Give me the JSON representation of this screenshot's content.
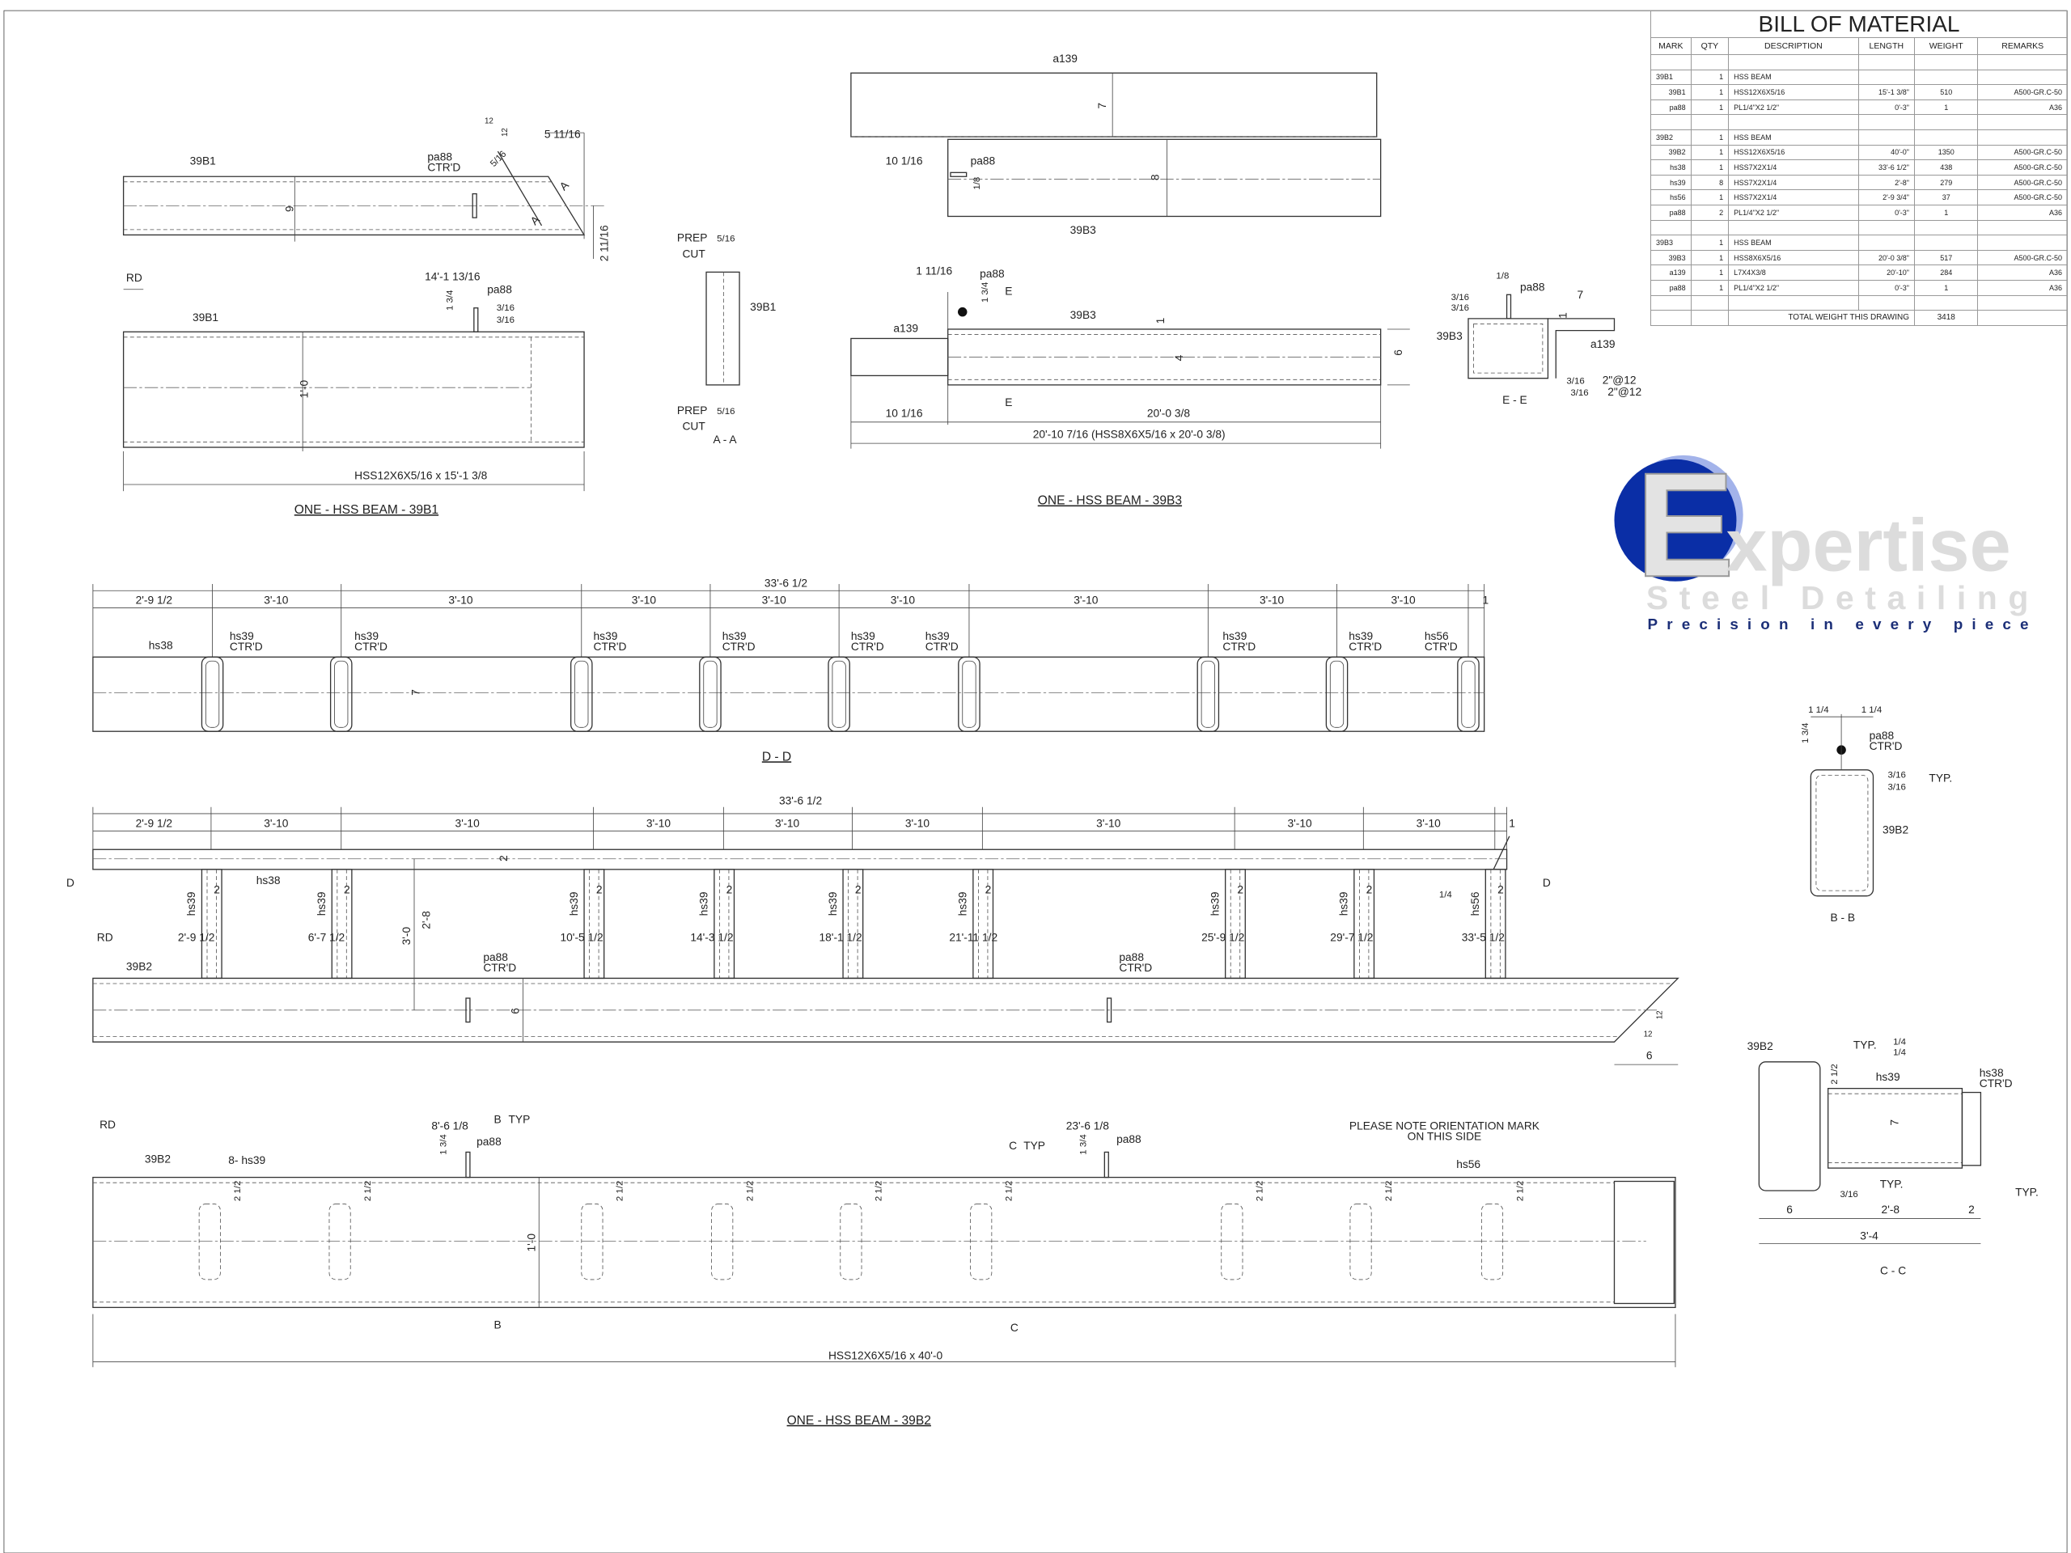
{
  "bom": {
    "title": "BILL OF MATERIAL",
    "headers": [
      "MARK",
      "QTY",
      "DESCRIPTION",
      "LENGTH",
      "WEIGHT",
      "REMARKS"
    ],
    "rows": [
      [
        "",
        "",
        "",
        "",
        "",
        ""
      ],
      [
        "39B1",
        "1",
        "HSS BEAM",
        "",
        "",
        ""
      ],
      [
        "39B1",
        "1",
        "HSS12X6X5/16",
        "15'-1 3/8\"",
        "510",
        "A500-GR.C-50"
      ],
      [
        "pa88",
        "1",
        "PL1/4\"X2 1/2\"",
        "0'-3\"",
        "1",
        "A36"
      ],
      [
        "",
        "",
        "",
        "",
        "",
        ""
      ],
      [
        "39B2",
        "1",
        "HSS BEAM",
        "",
        "",
        ""
      ],
      [
        "39B2",
        "1",
        "HSS12X6X5/16",
        "40'-0\"",
        "1350",
        "A500-GR.C-50"
      ],
      [
        "hs38",
        "1",
        "HSS7X2X1/4",
        "33'-6 1/2\"",
        "438",
        "A500-GR.C-50"
      ],
      [
        "hs39",
        "8",
        "HSS7X2X1/4",
        "2'-8\"",
        "279",
        "A500-GR.C-50"
      ],
      [
        "hs56",
        "1",
        "HSS7X2X1/4",
        "2'-9 3/4\"",
        "37",
        "A500-GR.C-50"
      ],
      [
        "pa88",
        "2",
        "PL1/4\"X2 1/2\"",
        "0'-3\"",
        "1",
        "A36"
      ],
      [
        "",
        "",
        "",
        "",
        "",
        ""
      ],
      [
        "39B3",
        "1",
        "HSS BEAM",
        "",
        "",
        ""
      ],
      [
        "39B3",
        "1",
        "HSS8X6X5/16",
        "20'-0 3/8\"",
        "517",
        "A500-GR.C-50"
      ],
      [
        "a139",
        "1",
        "L7X4X3/8",
        "20'-10\"",
        "284",
        "A36"
      ],
      [
        "pa88",
        "1",
        "PL1/4\"X2 1/2\"",
        "0'-3\"",
        "1",
        "A36"
      ],
      [
        "",
        "",
        "",
        "",
        "",
        ""
      ]
    ],
    "total_label": "TOTAL WEIGHT THIS DRAWING",
    "total_weight": "3418"
  },
  "logo": {
    "letter": "E",
    "word": "xpertise",
    "line2": "Steel Detailing",
    "tagline": "Precision in every piece",
    "colors": {
      "blue": "#0a2ea6",
      "light": "#a3b3ea",
      "gray": "#dcdcdc",
      "navy": "#1c2f78"
    }
  },
  "v39b1": {
    "mark": "39B1",
    "pa88": "pa88",
    "ctrd": "CTR'D",
    "slope_a": "12",
    "slope_b": "12",
    "weld": "5/16",
    "dim_end": "5 11/16",
    "depth": "6",
    "dim_low": "2 11/16",
    "sec_a1": "A",
    "sec_a2": "A",
    "rd": "RD",
    "mark2": "39B1",
    "dim_pa": "14'-1 13/16",
    "pa88b": "pa88",
    "dim_134": "1 3/4",
    "w1": "3/16",
    "w2": "3/16",
    "height": "1'-0",
    "overall": "HSS12X6X5/16 x 15'-1 3/8",
    "title": "ONE - HSS BEAM - 39B1"
  },
  "secaa": {
    "prep1": "PREP",
    "cut1": "CUT",
    "w1": "5/16",
    "mark": "39B1",
    "prep2": "PREP",
    "cut2": "CUT",
    "w2": "5/16",
    "title": "A - A"
  },
  "v39b3": {
    "a139": "a139",
    "angle_leg": "7",
    "beam_depth": "8",
    "dim_left": "10 1/16",
    "pa88": "pa88",
    "w18": "1/8",
    "mark": "39B3",
    "dim_1116": "1 11/16",
    "pa88b": "pa88",
    "dim_134": "1 3/4",
    "e1": "E",
    "mark2": "39B3",
    "a139b": "a139",
    "one": "1",
    "four": "4",
    "six": "6",
    "e2": "E",
    "dim_left2": "10 1/16",
    "dim_beam": "20'-0 3/8",
    "overall": "20'-10 7/16 (HSS8X6X5/16 x 20'-0 3/8)",
    "title": "ONE - HSS BEAM - 39B3"
  },
  "secee": {
    "w18": "1/8",
    "pa88": "pa88",
    "w1": "3/16",
    "w2": "3/16",
    "seven": "7",
    "one": "1",
    "mark": "39B3",
    "a139": "a139",
    "w3": "3/16",
    "w4": "3/16",
    "pitch1": "2\"@12",
    "pitch2": "2\"@12",
    "title": "E - E"
  },
  "secdd": {
    "overall": "33'-6 1/2",
    "segments": [
      "2'-9 1/2",
      "3'-10",
      "3'-10",
      "3'-10",
      "3'-10",
      "3'-10",
      "3'-10",
      "3'-10",
      "3'-10",
      "1"
    ],
    "hs38": "hs38",
    "slots": [
      {
        "mark": "hs39",
        "note": "CTR'D"
      },
      {
        "mark": "hs39",
        "note": "CTR'D"
      },
      {
        "mark": "hs39",
        "note": "CTR'D"
      },
      {
        "mark": "hs39",
        "note": "CTR'D"
      },
      {
        "mark": "hs39",
        "note": "CTR'D"
      },
      {
        "mark": "hs39",
        "note": "CTR'D"
      },
      {
        "mark": "hs39",
        "note": "CTR'D"
      },
      {
        "mark": "hs39",
        "note": "CTR'D"
      },
      {
        "mark": "hs56",
        "note": "CTR'D"
      }
    ],
    "seven": "7",
    "title": "D - D"
  },
  "elev": {
    "overall": "33'-6 1/2",
    "segments": [
      "2'-9 1/2",
      "3'-10",
      "3'-10",
      "3'-10",
      "3'-10",
      "3'-10",
      "3'-10",
      "3'-10",
      "3'-10",
      "1"
    ],
    "hs38": "hs38",
    "two": "2",
    "posts": [
      "hs39",
      "hs39",
      "hs39",
      "hs39",
      "hs39",
      "hs39",
      "hs39",
      "hs39",
      "hs56"
    ],
    "locations": [
      "2'-9 1/2",
      "6'-7 1/2",
      "10'-5 1/2",
      "14'-3 1/2",
      "18'-1 1/2",
      "21'-11 1/2",
      "25'-9 1/2",
      "29'-7 1/2",
      "33'-5 1/2"
    ],
    "rd": "RD",
    "mark": "39B2",
    "pa88a": "pa88",
    "ctrd_a": "CTR'D",
    "pa88b": "pa88",
    "ctrd_b": "CTR'D",
    "dim_30": "3'-0",
    "dim_28": "2'-8",
    "six": "6",
    "d_left": "D",
    "d_right": "D",
    "w14": "1/4",
    "slope_a": "12",
    "slope_b": "12",
    "end_dim": "6"
  },
  "v39b2": {
    "rd": "RD",
    "mark": "39B2",
    "count": "8- hs39",
    "dim_b": "8'-6 1/8",
    "dim_134a": "1 3/4",
    "pa88a": "pa88",
    "b": "B",
    "typ_b": "TYP",
    "dim_c": "23'-6 1/8",
    "dim_134b": "1 3/4",
    "pa88b": "pa88",
    "c": "C",
    "typ_c": "TYP",
    "note1": "PLEASE NOTE ORIENTATION MARK",
    "note2": "ON THIS SIDE",
    "hs56": "hs56",
    "edge": "2 1/2",
    "height": "1'-0",
    "cut_b": "B",
    "cut_c": "C",
    "overall": "HSS12X6X5/16 x 40'-0",
    "title": "ONE - HSS BEAM - 39B2"
  },
  "secbb": {
    "d1": "1 1/4",
    "d2": "1 1/4",
    "d3": "1 3/4",
    "pa88": "pa88",
    "ctrd": "CTR'D",
    "w1": "3/16",
    "w2": "3/16",
    "typ": "TYP.",
    "mark": "39B2",
    "title": "B - B"
  },
  "seccc": {
    "mark": "39B2",
    "typ1": "TYP.",
    "w1": "1/4",
    "w2": "1/4",
    "hs38": "hs38",
    "ctrd": "CTR'D",
    "edge": "2 1/2",
    "hs39": "hs39",
    "seven": "7",
    "typ2": "TYP.",
    "w3": "3/16",
    "typ3": "TYP.",
    "six": "6",
    "len": "2'-8",
    "two": "2",
    "overall": "3'-4",
    "title": "C - C"
  }
}
